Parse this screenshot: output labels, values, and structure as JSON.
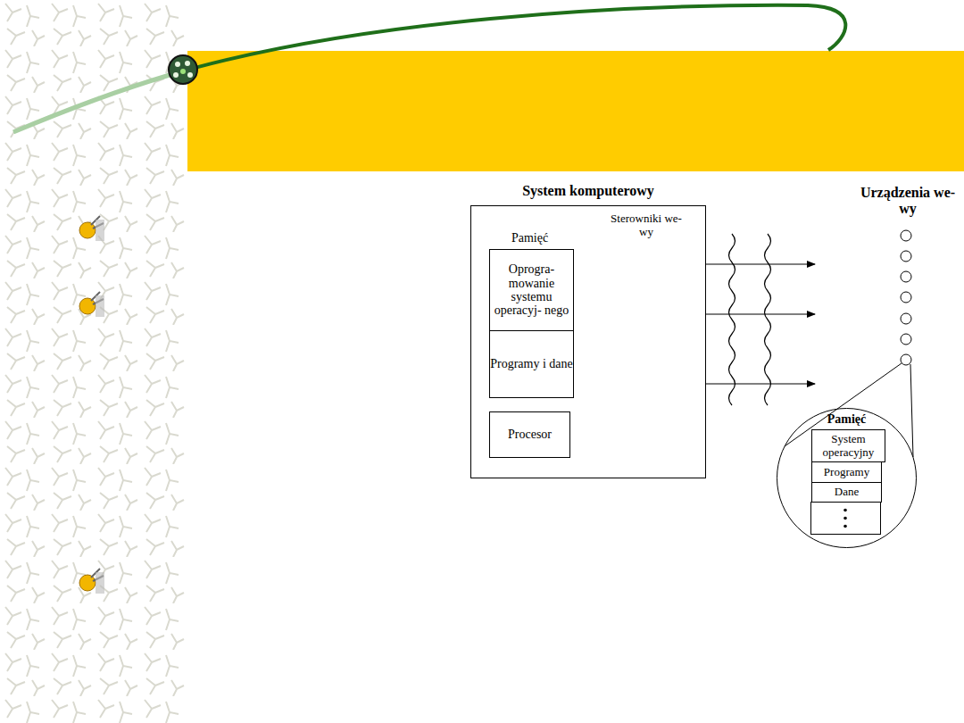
{
  "diagram": {
    "nodes": [
      {
        "text": [
          "System komputerowy"
        ]
      },
      {
        "text": [
          "Pamięć"
        ],
        "in": 0
      },
      {
        "text": [
          "Oprogra- mowanie systemu operacyj- nego"
        ],
        "in": 1
      },
      {
        "text": [
          "Programy i dane"
        ],
        "in": 1
      },
      {
        "text": [
          "Procesor"
        ],
        "in": 0
      },
      {
        "text": [
          "Pamięć"
        ]
      },
      {
        "text": [
          "System operacyjny"
        ],
        "in": 5
      },
      {
        "text": [
          "Programy"
        ],
        "in": 5
      },
      {
        "text": [
          "Dane"
        ],
        "in": 5
      }
    ],
    "labels": [
      "Sterowniki we-wy",
      "Urządzenia we-wy"
    ]
  }
}
